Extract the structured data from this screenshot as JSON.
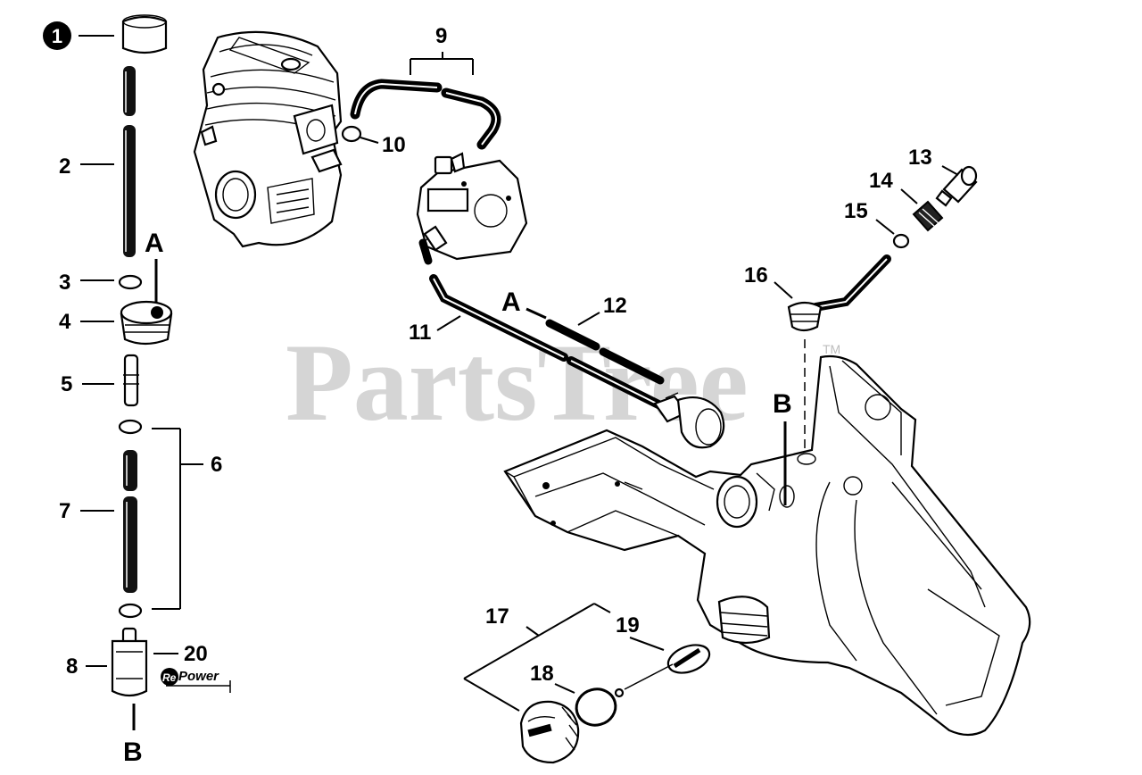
{
  "watermark": {
    "text": "PartsTree",
    "trademark": "TM"
  },
  "callouts": {
    "n1": "1",
    "n2": "2",
    "n3": "3",
    "n4": "4",
    "n5": "5",
    "n6": "6",
    "n7": "7",
    "n8": "8",
    "n9": "9",
    "n10": "10",
    "n11": "11",
    "n12": "12",
    "n13": "13",
    "n14": "14",
    "n15": "15",
    "n16": "16",
    "n17": "17",
    "n18": "18",
    "n19": "19",
    "n20": "20"
  },
  "connectors": {
    "a_left": "A",
    "a_mid": "A",
    "b_bottom": "B",
    "b_tank": "B"
  },
  "repower_badge": {
    "prefix": "Re",
    "suffix": "Power"
  }
}
